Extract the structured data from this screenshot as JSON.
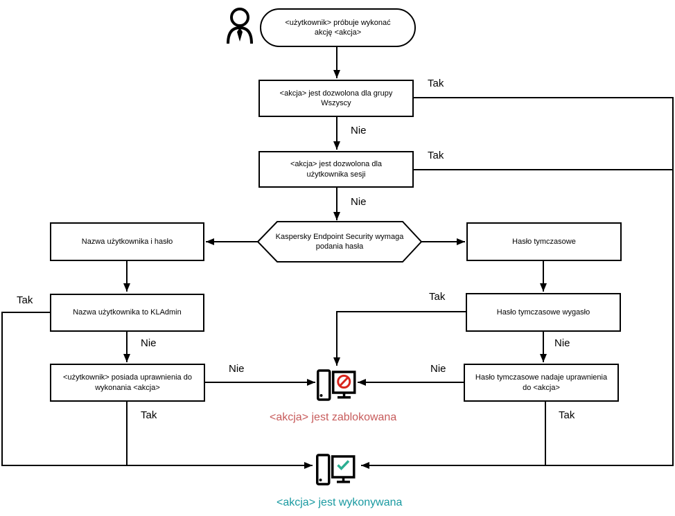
{
  "colors": {
    "line": "#000000",
    "blocked_text": "#c75b5b",
    "performed_text": "#1899a0",
    "blocked_icon": "#d9251d",
    "performed_icon": "#2baf92"
  },
  "nodes": {
    "start": "<użytkownik> próbuje wykonać akcję <akcja>",
    "allowed_group": "<akcja> jest dozwolona dla grupy Wszyscy",
    "allowed_session": "<akcja> jest dozwolona dla użytkownika sesji",
    "password_required": "Kaspersky Endpoint Security wymaga podania hasła",
    "username_password": "Nazwa użytkownika i hasło",
    "username_kladmin": "Nazwa użytkownika to KLAdmin",
    "user_has_rights": "<użytkownik> posiada uprawnienia do wykonania <akcja>",
    "temp_password": "Hasło tymczasowe",
    "temp_expired": "Hasło tymczasowe wygasło",
    "temp_grants": "Hasło tymczasowe nadaje uprawnienia do <akcja>",
    "blocked": "<akcja> jest zablokowana",
    "performed": "<akcja> jest wykonywana"
  },
  "edge_labels": {
    "allowed_group_yes": "Tak",
    "allowed_group_no": "Nie",
    "allowed_session_yes": "Tak",
    "allowed_session_no": "Nie",
    "kladmin_yes": "Tak",
    "kladmin_no": "Nie",
    "user_rights_no": "Nie",
    "user_rights_yes": "Tak",
    "temp_expired_yes": "Tak",
    "temp_expired_no": "Nie",
    "temp_grants_no": "Nie",
    "temp_grants_yes": "Tak"
  }
}
